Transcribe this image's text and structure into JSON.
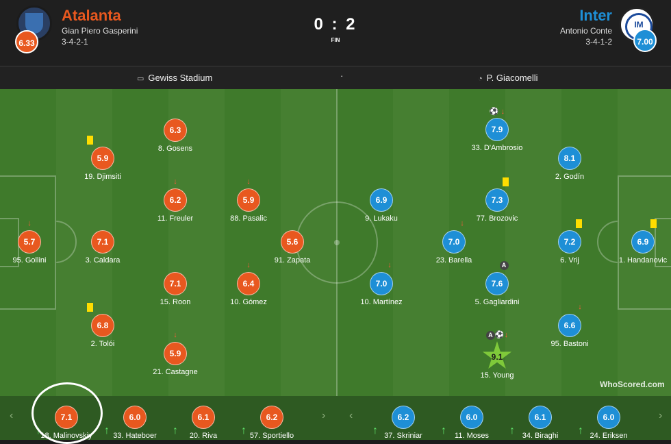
{
  "match": {
    "home": {
      "name": "Atalanta",
      "manager": "Gian Piero Gasperini",
      "formation": "3-4-2-1",
      "rating": "6.33",
      "color": "#e8581f"
    },
    "away": {
      "name": "Inter",
      "manager": "Antonio Conte",
      "formation": "3-4-1-2",
      "rating": "7.00",
      "color": "#1e8fd6"
    },
    "score": "0 : 2",
    "status": "FIN"
  },
  "info": {
    "venue": "Gewiss Stadium",
    "separator": "·",
    "referee": "P. Giacomelli",
    "venue_icon": "stadium-icon",
    "referee_icon": "whistle-icon"
  },
  "home_players": [
    {
      "rating": "5.7",
      "name": "95. Gollini"
    },
    {
      "rating": "5.9",
      "name": "19. Djimsiti"
    },
    {
      "rating": "7.1",
      "name": "3. Caldara"
    },
    {
      "rating": "6.8",
      "name": "2. Tolói"
    },
    {
      "rating": "6.3",
      "name": "8. Gosens"
    },
    {
      "rating": "6.2",
      "name": "11. Freuler"
    },
    {
      "rating": "7.1",
      "name": "15. Roon"
    },
    {
      "rating": "5.9",
      "name": "21. Castagne"
    },
    {
      "rating": "5.9",
      "name": "88. Pasalic"
    },
    {
      "rating": "6.4",
      "name": "10. Gómez"
    },
    {
      "rating": "5.6",
      "name": "91. Zapata"
    }
  ],
  "away_players": [
    {
      "rating": "6.9",
      "name": "1. Handanovic"
    },
    {
      "rating": "8.1",
      "name": "2. Godín"
    },
    {
      "rating": "7.2",
      "name": "6. Vrij"
    },
    {
      "rating": "6.6",
      "name": "95. Bastoni"
    },
    {
      "rating": "7.9",
      "name": "33. D'Ambrosio"
    },
    {
      "rating": "7.3",
      "name": "77. Brozovic"
    },
    {
      "rating": "7.0",
      "name": "23. Barella"
    },
    {
      "rating": "7.6",
      "name": "5. Gagliardini"
    },
    {
      "rating": "9.1",
      "name": "15. Young"
    },
    {
      "rating": "6.9",
      "name": "9. Lukaku"
    },
    {
      "rating": "7.0",
      "name": "10. Martínez"
    }
  ],
  "home_subs": [
    {
      "rating": "7.1",
      "name": "18. Malinovskiy"
    },
    {
      "rating": "6.0",
      "name": "33. Hateboer"
    },
    {
      "rating": "6.1",
      "name": "20. Riva"
    },
    {
      "rating": "6.2",
      "name": "57. Sportiello"
    }
  ],
  "away_subs": [
    {
      "rating": "6.2",
      "name": "37. Skriniar"
    },
    {
      "rating": "6.0",
      "name": "11. Moses"
    },
    {
      "rating": "6.1",
      "name": "34. Biraghi"
    },
    {
      "rating": "6.0",
      "name": "24. Eriksen"
    }
  ],
  "icons": {
    "sub_out": "↓",
    "sub_in": "↑",
    "goal": "⚽",
    "captain": "A",
    "prev": "‹",
    "next": "›"
  },
  "watermark": "WhoScored.com"
}
